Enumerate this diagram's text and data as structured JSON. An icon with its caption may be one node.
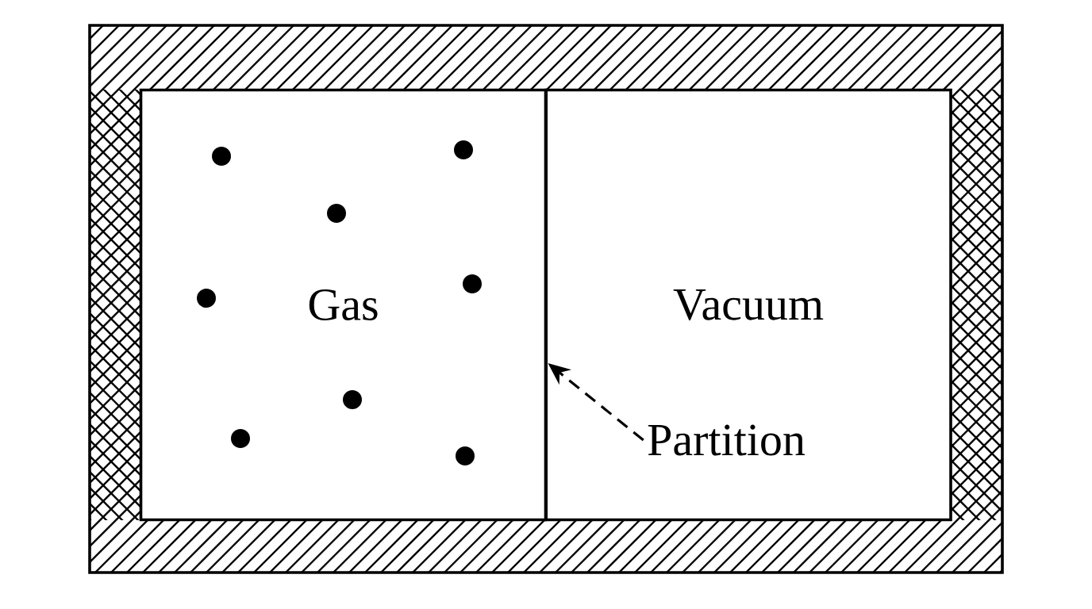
{
  "diagram": {
    "nodes": [
      {
        "text": [
          "Gas"
        ]
      },
      {
        "text": [
          "Vacuum"
        ]
      },
      {
        "text": [
          "Partition"
        ],
        "in": 1
      },
      {
        "text": [],
        "shape": "bar"
      }
    ],
    "edges": [
      {
        "from": 2,
        "to": 3,
        "arrow": "to",
        "style": "dashed"
      }
    ]
  }
}
